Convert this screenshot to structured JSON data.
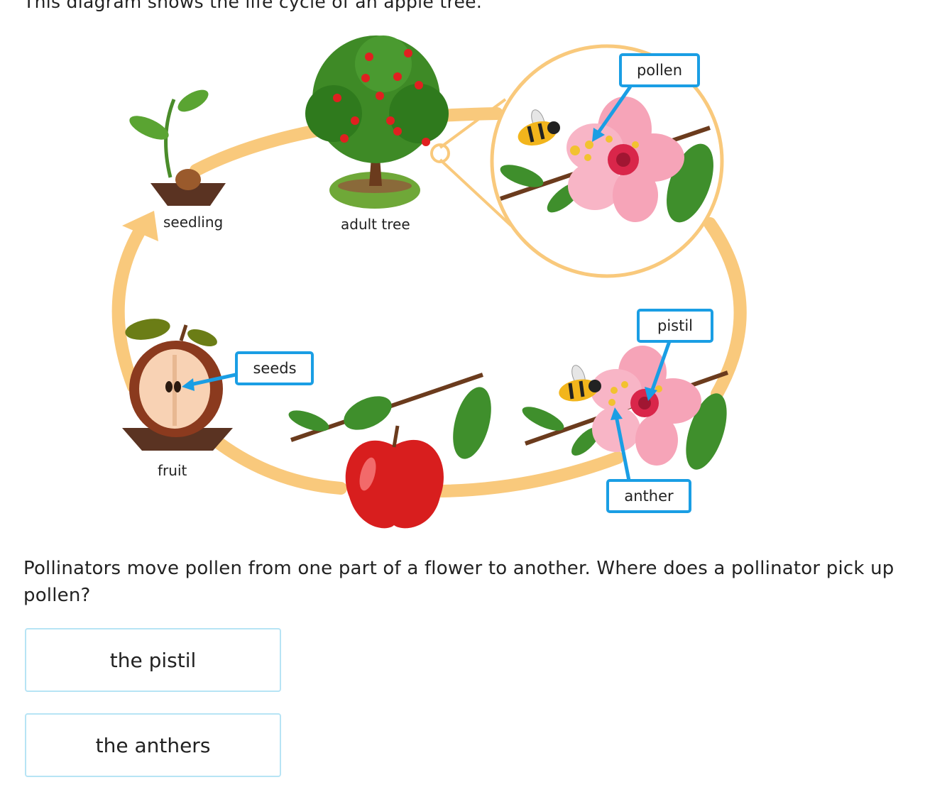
{
  "intro": "This diagram shows the life cycle of an apple tree.",
  "diagram": {
    "stages": {
      "seedling": "seedling",
      "adult_tree": "adult tree",
      "fruit": "fruit"
    },
    "callouts": {
      "pollen": "pollen",
      "pistil": "pistil",
      "anther": "anther",
      "seeds": "seeds"
    }
  },
  "question": "Pollinators move pollen from one part of a flower to another. Where does a pollinator pick up pollen?",
  "choices": [
    "the pistil",
    "the anthers"
  ],
  "colors": {
    "cycle": "#f9c97c",
    "callout_border": "#1a9ee4",
    "choice_border": "#b7e4f5",
    "apple": "#d81e1e",
    "blossom": "#f6a4b8",
    "leaf": "#3f8f2c"
  }
}
